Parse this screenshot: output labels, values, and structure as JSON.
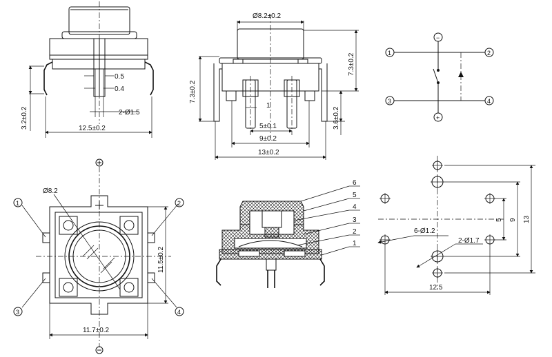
{
  "front_view": {
    "dim_pin_width": "0.5",
    "dim_pin_thick": "0.4",
    "dim_hole": "2-Ø1.5",
    "dim_width": "12.5±0.2",
    "dim_height": "3.2±0.2"
  },
  "side_view": {
    "dim_cap_dia": "Ø8.2±0.2",
    "dim_height_left": "7.3±0.2",
    "dim_height_right": "7.3±0.2",
    "dim_pin_len": "3.6±0.2",
    "dim_step": "1",
    "dim_pitch_5": "5±0.1",
    "dim_pitch_9": "9±0.2",
    "dim_width_13": "13±0.2"
  },
  "schematic": {
    "pin1": "1",
    "pin2": "2",
    "pin3": "3",
    "pin4": "4",
    "minus": "−",
    "plus": "+"
  },
  "top_view": {
    "dim_cap_dia": "Ø8.2",
    "dim_width": "11.7±0.2",
    "dim_height": "11.5±0.2",
    "pin1": "1",
    "pin2": "2",
    "pin3": "3",
    "pin4": "4"
  },
  "section_view": {
    "parts": [
      "6",
      "5",
      "4",
      "3",
      "2",
      "1"
    ]
  },
  "pcb_layout": {
    "dim_holes": "6-Ø1.2",
    "dim_big_holes": "2-Ø1.7",
    "dim_5": "5",
    "dim_9": "9",
    "dim_13": "13",
    "dim_12_5": "12.5"
  },
  "colors": {
    "line": "#111111",
    "background": "#ffffff"
  }
}
